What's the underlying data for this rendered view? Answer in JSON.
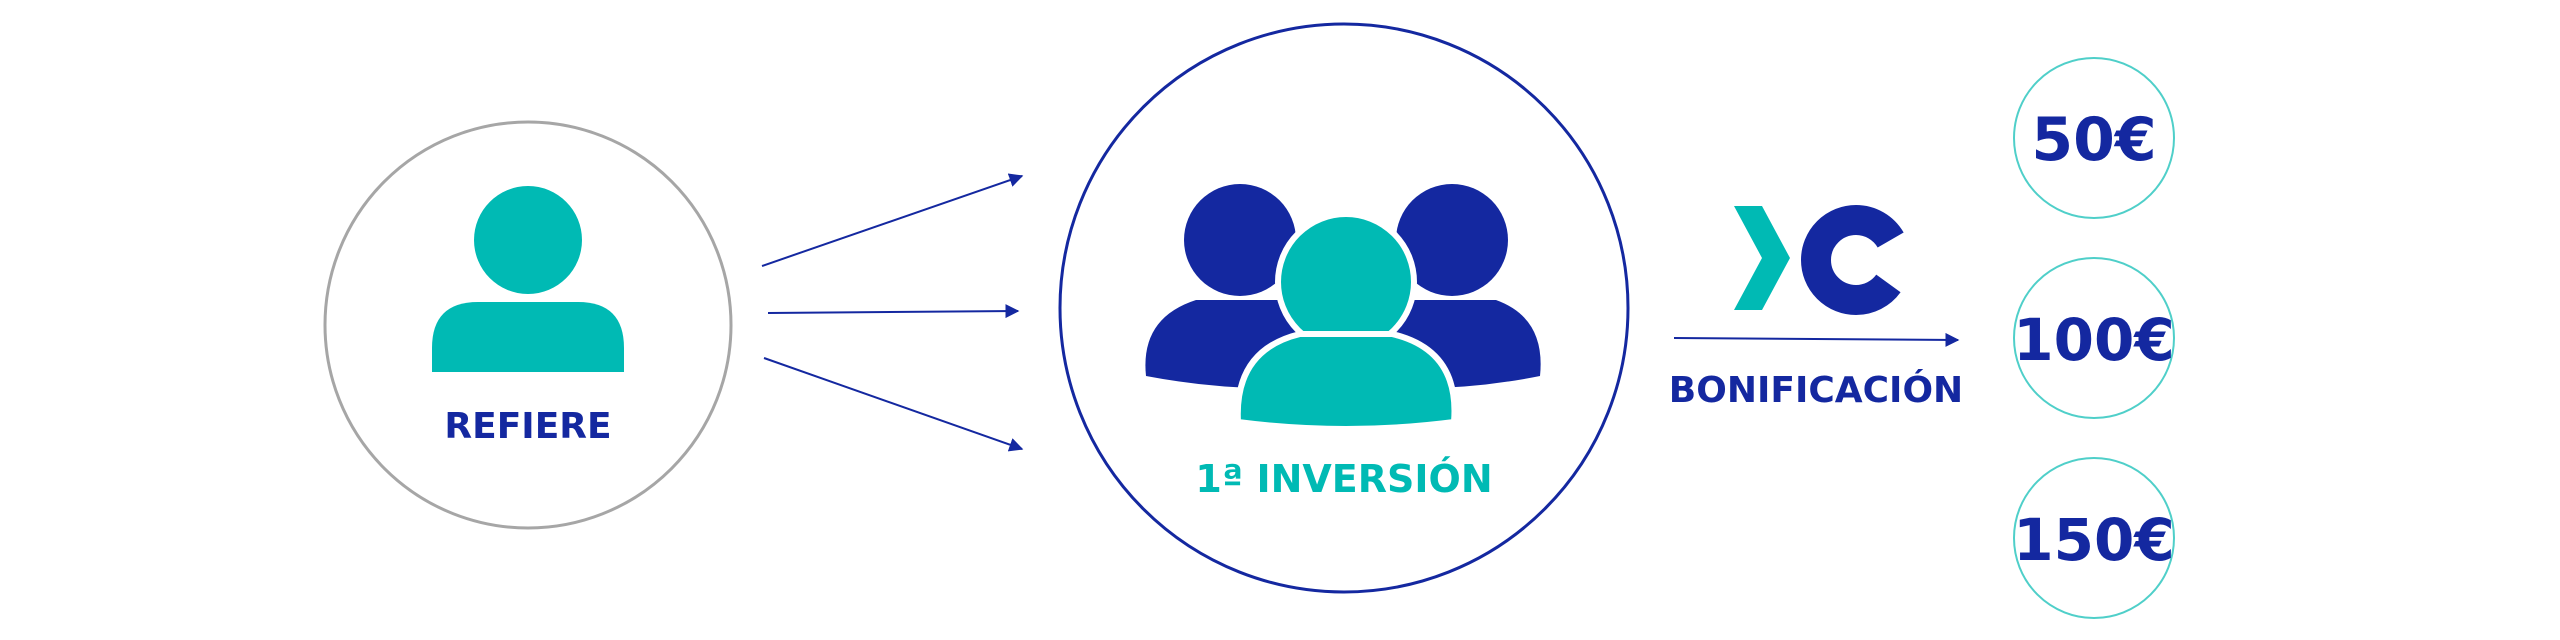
{
  "labels": {
    "refers": "REFIERE",
    "first_investment": "1ª INVERSIÓN",
    "bonus": "BONIFICACIÓN"
  },
  "bonus_amounts": [
    "50€",
    "100€",
    "150€"
  ],
  "colors": {
    "navy": "#1428a0",
    "teal": "#00bab4",
    "grey_ring": "#a6a6a6",
    "teal_ring": "#4fcfc9"
  },
  "icons": {
    "referrer": "person-icon",
    "group": "group-of-people-icon",
    "brand": "brand-logo-icon"
  }
}
